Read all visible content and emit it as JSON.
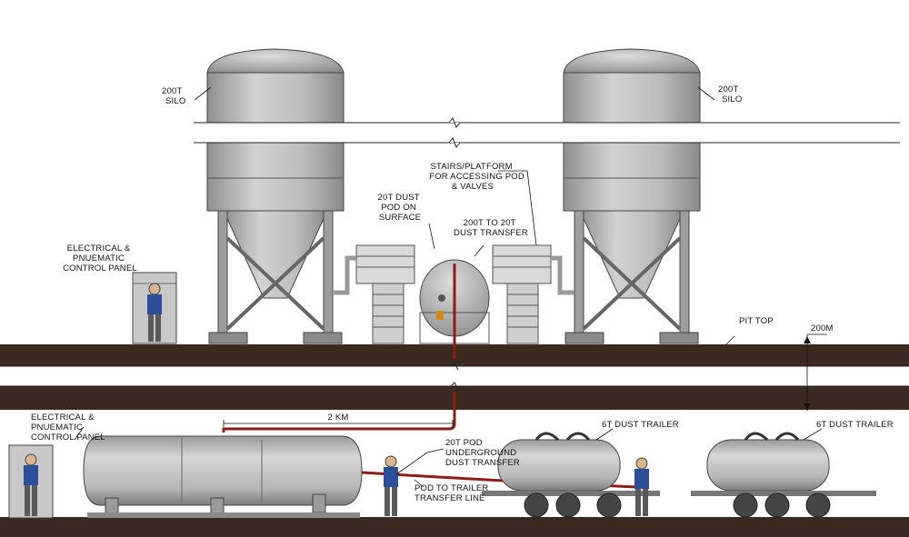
{
  "labels": {
    "silo_left": [
      "200T",
      "SILO"
    ],
    "silo_right": [
      "200T",
      "SILO"
    ],
    "control_panel_top": [
      "ELECTRICAL &",
      "PNUEMATIC",
      "CONTROL PANEL"
    ],
    "stairs_platform": [
      "STAIRS/PLATFORM",
      "FOR ACCESSING POD",
      "& VALVES"
    ],
    "dust_pod_surface": [
      "20T DUST",
      "POD ON",
      "SURFACE"
    ],
    "transfer_200t_20t": [
      "200T TO 20T",
      "DUST TRANSFER"
    ],
    "pit_top": "PIT TOP",
    "depth": "200M",
    "control_panel_bottom": [
      "ELECTRICAL &",
      "PNUEMATIC",
      "CONTROL PANEL"
    ],
    "distance": "2 KM",
    "pod_underground": [
      "20T POD",
      "UNDERGROUND",
      "DUST TRANSFER"
    ],
    "pod_trailer_line": [
      "POD TO TRAILER",
      "TRANSFER LINE"
    ],
    "trailer_1": "6T DUST TRAILER",
    "trailer_2": "6T DUST TRAILER"
  },
  "colors": {
    "steel": "#b9b9b9",
    "steel_dark": "#7a7a7a",
    "ground": "#3b2a22",
    "pipe_red": "#8a1f16",
    "gauge_orange": "#d08a1a",
    "worker_shirt": "#2d4f9a"
  }
}
